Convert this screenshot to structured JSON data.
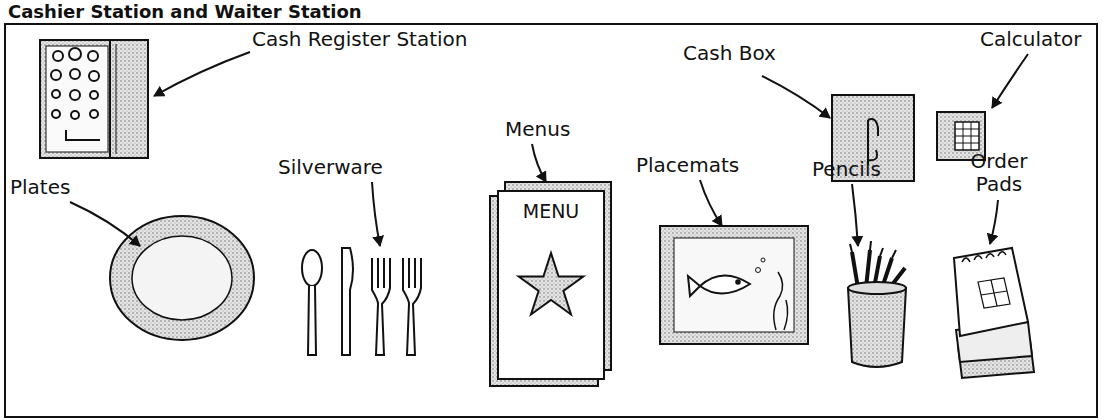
{
  "diagram": {
    "title": "Cashier Station and Waiter Station",
    "nodes": [
      {
        "text": [
          "MENU"
        ]
      }
    ],
    "labels": [
      "Cash Register Station",
      "Cash Box",
      "Calculator",
      "Menus",
      "Silverware",
      "Placemats",
      "Plates",
      "Pencils",
      "Order Pads"
    ]
  }
}
